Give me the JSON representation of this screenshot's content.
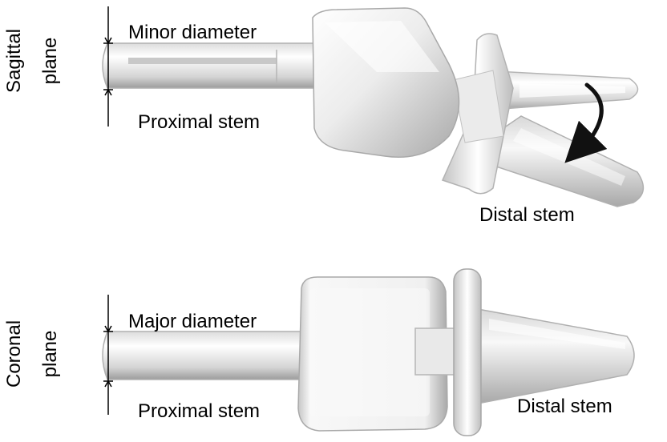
{
  "sagittal": {
    "view_label": [
      "Sagittal",
      "plane"
    ],
    "diameter_label": "Minor diameter",
    "proximal_label": "Proximal stem",
    "distal_label": "Distal stem"
  },
  "coronal": {
    "view_label": [
      "Coronal",
      "plane"
    ],
    "diameter_label": "Major diameter",
    "proximal_label": "Proximal stem",
    "distal_label": "Distal stem"
  },
  "colors": {
    "implant_light": "#f4f4f4",
    "implant_mid": "#d2d2d2",
    "implant_dark": "#9a9a9a",
    "outline": "#a8a8a8",
    "text": "#000000"
  },
  "icons": [
    "curved-arrow-icon",
    "dimension-arrow-icon"
  ]
}
